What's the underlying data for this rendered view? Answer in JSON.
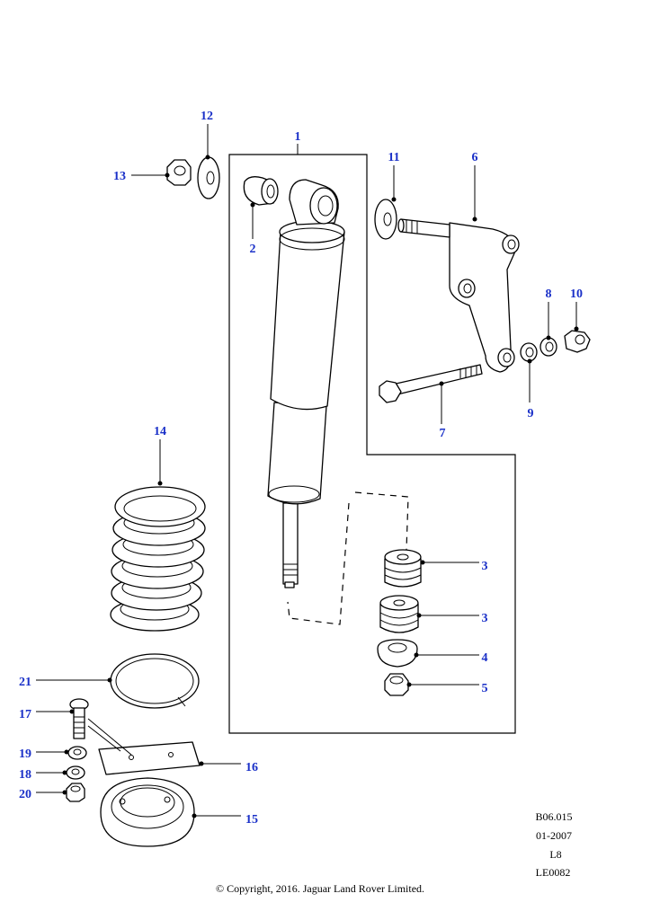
{
  "callouts": {
    "c1": "1",
    "c2": "2",
    "c3a": "3",
    "c3b": "3",
    "c4": "4",
    "c5": "5",
    "c6": "6",
    "c7": "7",
    "c8": "8",
    "c9": "9",
    "c10": "10",
    "c11": "11",
    "c12": "12",
    "c13": "13",
    "c14": "14",
    "c15": "15",
    "c16": "16",
    "c17": "17",
    "c18": "18",
    "c19": "19",
    "c20": "20",
    "c21": "21"
  },
  "reference": {
    "code": "B06.015",
    "date": "01-2007",
    "level": "L8",
    "illustration": "LE0082"
  },
  "copyright": "© Copyright, 2016. Jaguar Land Rover Limited.",
  "colors": {
    "callout": "#1a30c8",
    "line": "#000000",
    "background": "#ffffff"
  }
}
